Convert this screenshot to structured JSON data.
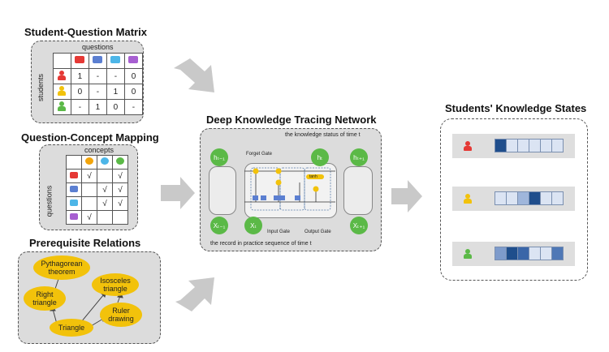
{
  "matrix": {
    "title": "Student-Question Matrix",
    "col_header": "questions",
    "row_header": "students",
    "rows": [
      [
        "1",
        "-",
        "-",
        "0"
      ],
      [
        "0",
        "-",
        "1",
        "0"
      ],
      [
        "-",
        "1",
        "0",
        "-"
      ]
    ]
  },
  "mapping": {
    "title": "Question-Concept Mapping",
    "col_header": "concepts",
    "row_header": "questions",
    "rows": [
      [
        "√",
        "",
        "√"
      ],
      [
        "",
        "√",
        "√"
      ],
      [
        "",
        "√",
        "√"
      ],
      [
        "√",
        "",
        ""
      ]
    ]
  },
  "prereq": {
    "title": "Prerequisite Relations",
    "nodes": {
      "pythagorean": "Pythagorean theorem",
      "right_triangle": "Right triangle",
      "isosceles": "Isosceles triangle",
      "ruler": "Ruler drawing",
      "triangle": "Triangle"
    }
  },
  "network": {
    "title": "Deep Knowledge Tracing Network",
    "top_caption": "the knowledge status of time t",
    "bottom_caption": "the record in practice sequence of time t",
    "h_prev": "hₜ₋₁",
    "h_t": "hₜ",
    "h_next": "hₜ₊₁",
    "x_prev": "Xₜ₋₁",
    "x_t": "Xₜ",
    "x_next": "Xₜ₊₁",
    "forget_gate": "Forget Gate",
    "input_gate": "Input Gate",
    "output_gate": "Output Gate",
    "tanh": "tanh"
  },
  "states": {
    "title": "Students' Knowledge States",
    "rows": [
      {
        "student_color": "#e53935",
        "cells": [
          "#1f4e8c",
          "#dbe4f3",
          "#dbe4f3",
          "#dbe4f3",
          "#dbe4f3",
          "#dbe4f3"
        ]
      },
      {
        "student_color": "#f2c20b",
        "cells": [
          "#dbe4f3",
          "#dbe4f3",
          "#9fb6db",
          "#1f4e8c",
          "#dbe4f3",
          "#dbe4f3"
        ]
      },
      {
        "student_color": "#5bb947",
        "cells": [
          "#7e9bcb",
          "#1f4e8c",
          "#3a66a8",
          "#dbe4f3",
          "#dbe4f3",
          "#4f78b6"
        ]
      }
    ]
  },
  "colors": {
    "panel": "#dcdcdc",
    "arrow": "#c9c9c9",
    "accent_yellow": "#f2c20b",
    "gate_green": "#5bb947",
    "student_red": "#e53935",
    "student_green": "#5bb947"
  },
  "icons": [
    "student-icon",
    "question-icon",
    "concept-icon",
    "gray-arrow-icon"
  ]
}
